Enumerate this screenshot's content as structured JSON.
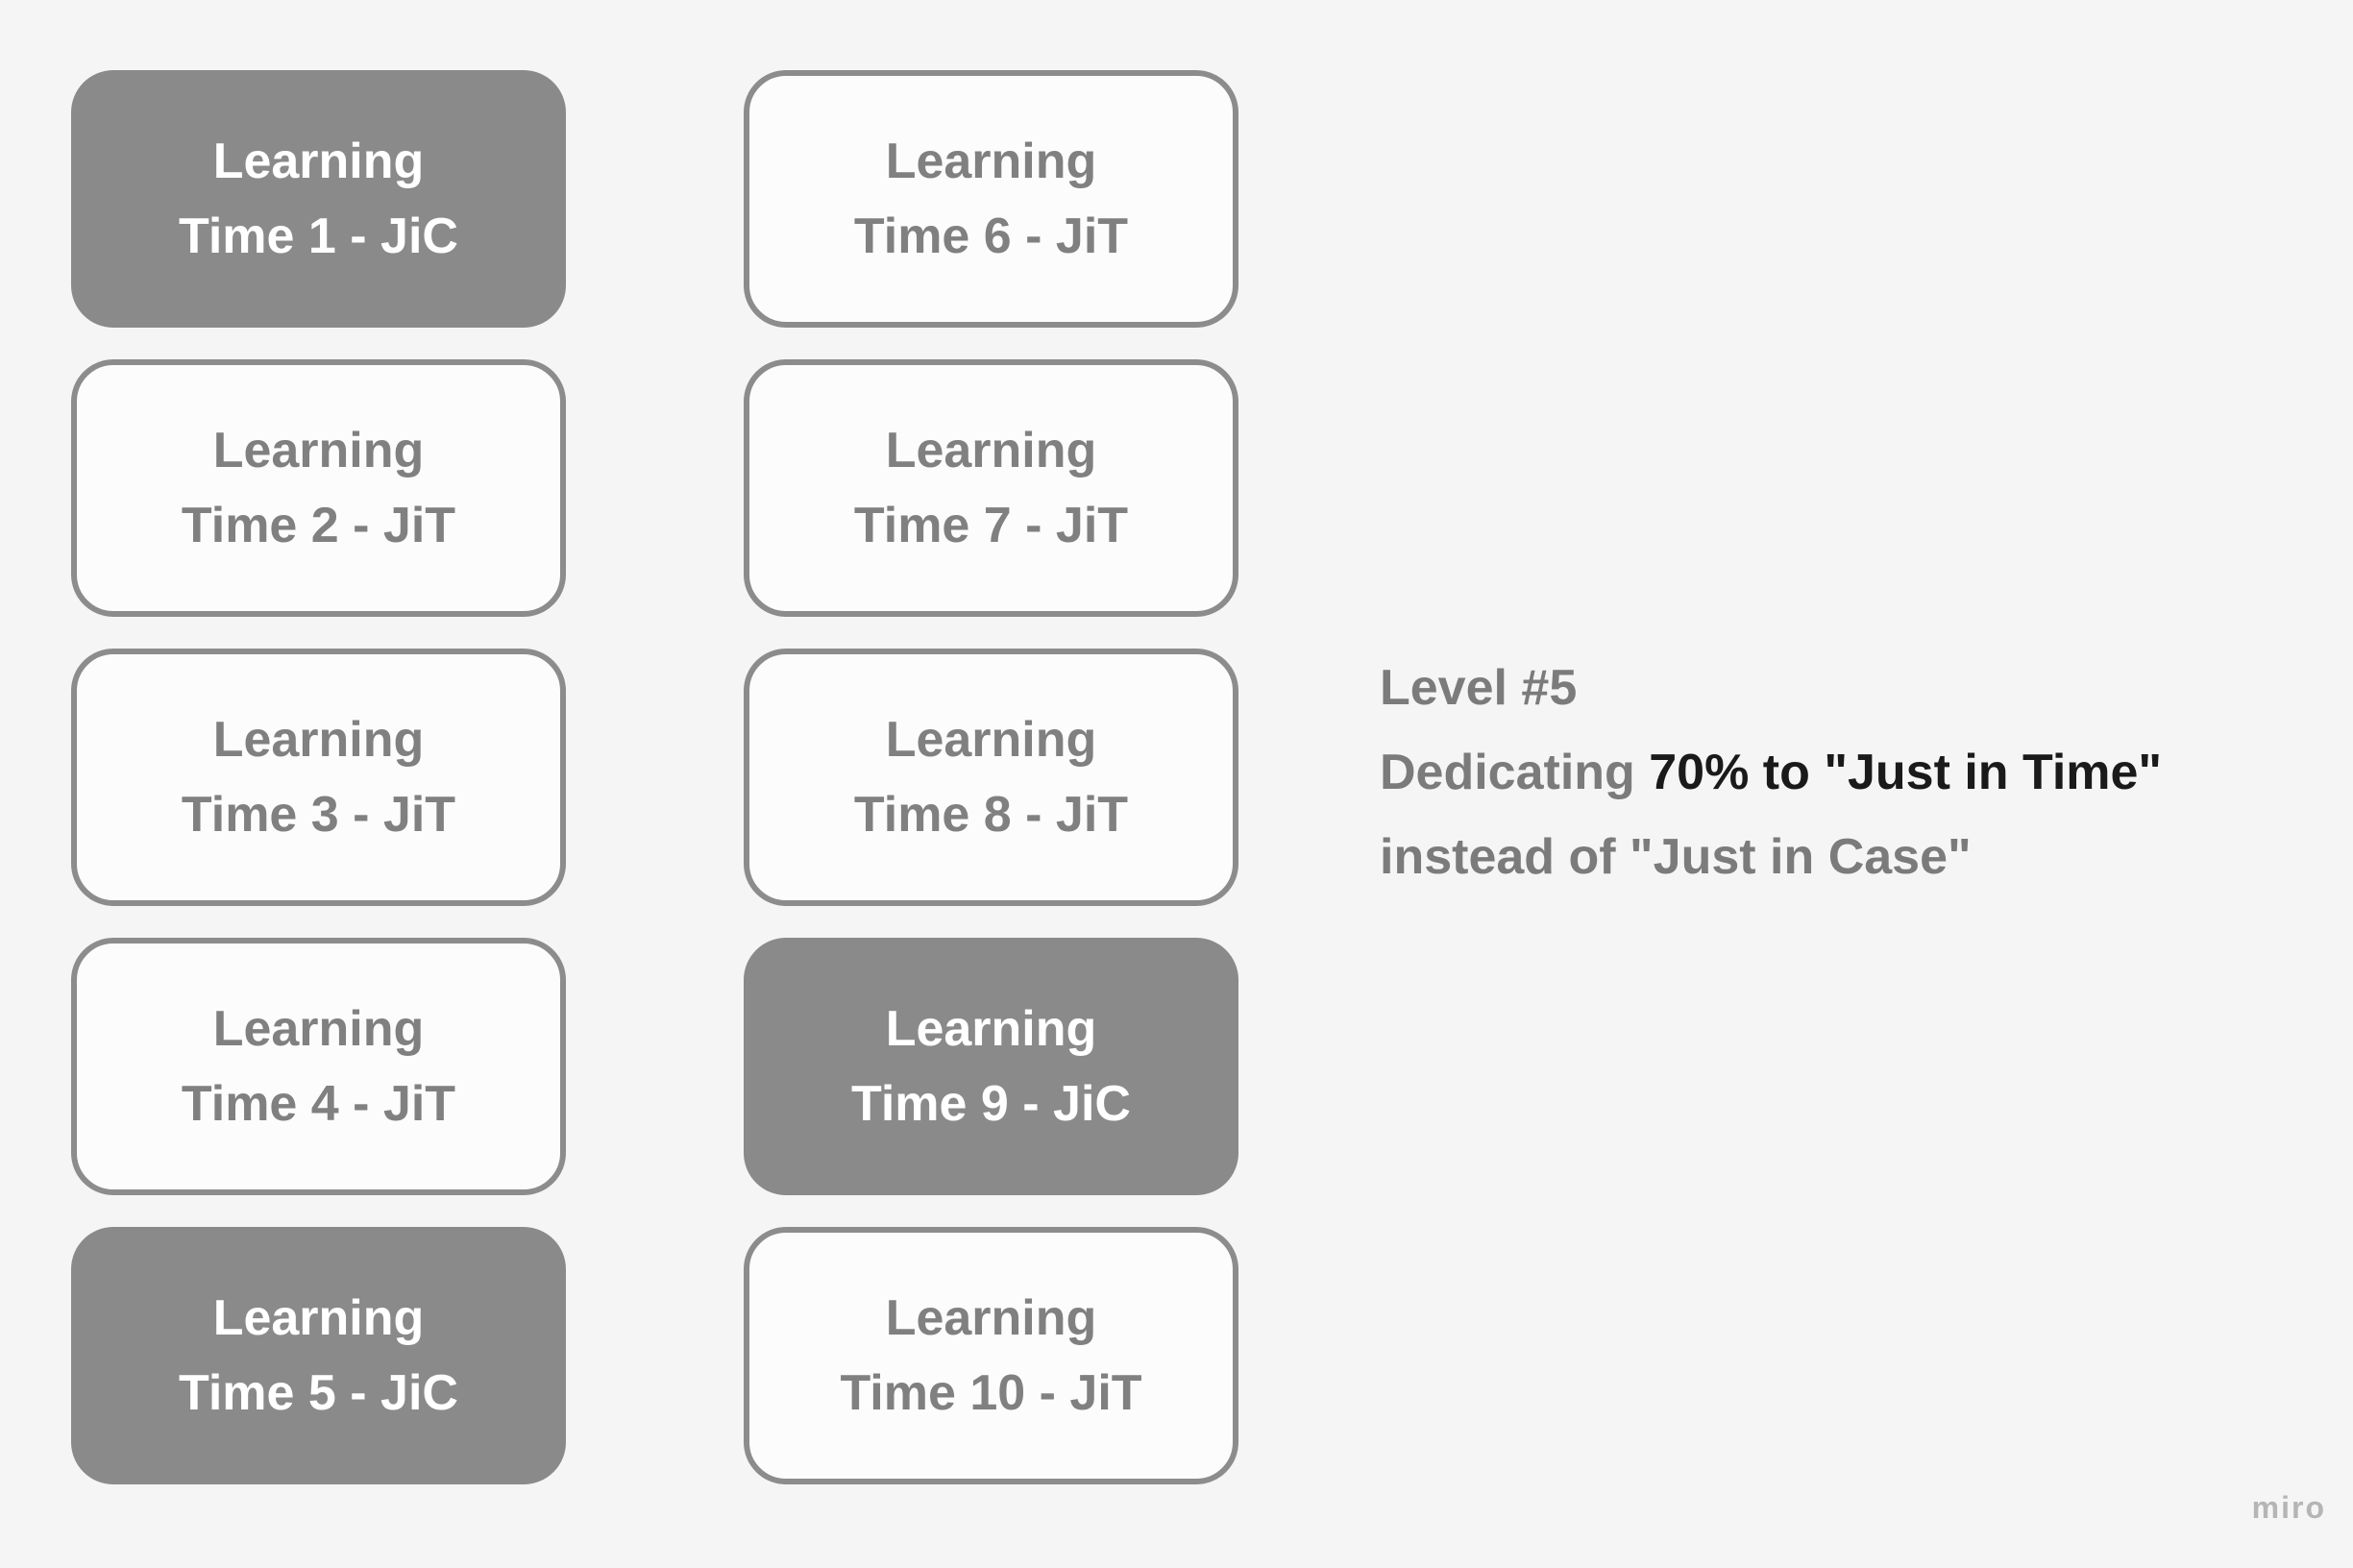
{
  "colors": {
    "background": "#f5f5f5",
    "card_filled_bg": "#8a8a8a",
    "card_filled_text": "#ffffff",
    "card_outline_bg": "#fcfcfc",
    "card_outline_border": "#8c8c8c",
    "card_outline_text": "#808080",
    "annotation_gray": "#7b7b7b",
    "annotation_emphasis": "#1a1a1a",
    "watermark": "#b5b5b5"
  },
  "columns": [
    {
      "cards": [
        {
          "line1": "Learning",
          "line2": "Time 1 - JiC",
          "variant": "filled"
        },
        {
          "line1": "Learning",
          "line2": "Time 2 - JiT",
          "variant": "outline"
        },
        {
          "line1": "Learning",
          "line2": "Time 3 - JiT",
          "variant": "outline"
        },
        {
          "line1": "Learning",
          "line2": "Time 4 - JiT",
          "variant": "outline"
        },
        {
          "line1": "Learning",
          "line2": "Time 5 - JiC",
          "variant": "filled"
        }
      ]
    },
    {
      "cards": [
        {
          "line1": "Learning",
          "line2": "Time 6 - JiT",
          "variant": "outline"
        },
        {
          "line1": "Learning",
          "line2": "Time 7 - JiT",
          "variant": "outline"
        },
        {
          "line1": "Learning",
          "line2": "Time 8 - JiT",
          "variant": "outline"
        },
        {
          "line1": "Learning",
          "line2": "Time 9 - JiC",
          "variant": "filled"
        },
        {
          "line1": "Learning",
          "line2": "Time 10 - JiT",
          "variant": "outline"
        }
      ]
    }
  ],
  "annotation": {
    "title": "Level #5",
    "line2_prefix": "Dedicating ",
    "line2_emphasis": "70% to \"Just in Time\"",
    "line3": "instead of \"Just in Case\""
  },
  "watermark": "miro"
}
